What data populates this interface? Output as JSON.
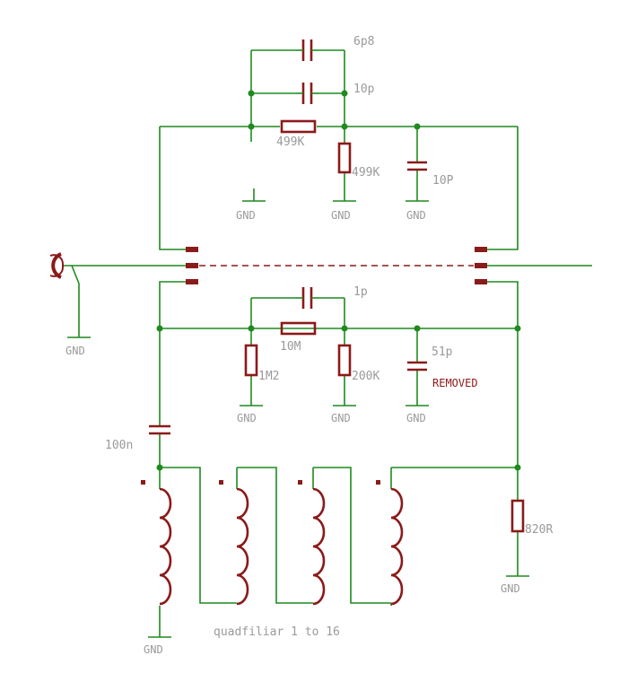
{
  "labels": {
    "c_6p8": "6p8",
    "c_10p_top": "10p",
    "r_499k_h": "499K",
    "r_499k_v": "499K",
    "c_10p_right": "10P",
    "c_1p": "1p",
    "r_10m": "10M",
    "r_1m2": "1M2",
    "r_200k": "200K",
    "c_51p": "51p",
    "removed": "REMOVED",
    "c_100n": "100n",
    "r_820r": "820R",
    "gnd": "GND",
    "transformer_caption": "quadfiliar 1 to 16"
  },
  "colors": {
    "wire": "#1f8a1f",
    "component": "#8b1a1a",
    "label": "#9a9a9a"
  }
}
